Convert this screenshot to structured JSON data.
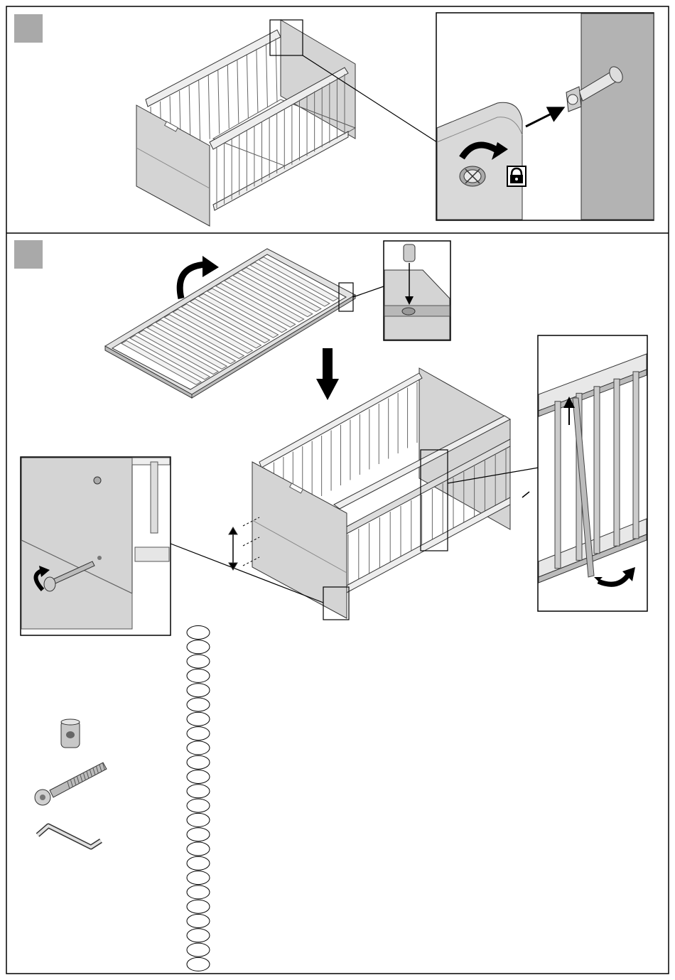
{
  "page": {
    "kind": "assembly-instructions",
    "colors": {
      "frame": "#000000",
      "panel": "#d4d4d4",
      "panel_dark": "#9e9e9e",
      "wall": "#b3b3b3",
      "slat": "#f2f2f2",
      "badge": "#a9a9a9",
      "oval": "#ffffff"
    }
  },
  "steps": [
    {
      "id": "step-1",
      "badge": "",
      "illustration": "crib-frame-side-and-ends",
      "inset": {
        "shows": "cam-lock-connector",
        "icons": [
          "rotate-arrow-icon",
          "lock-icon",
          "push-arrow-icon"
        ]
      }
    },
    {
      "id": "step-2",
      "badge": "",
      "illustration": "slatted-base-inserted-into-crib",
      "insets": [
        {
          "shows": "barrel-nut-insertion",
          "icons": [
            "down-arrow-icon"
          ]
        },
        {
          "shows": "side-rail-rotation",
          "icons": [
            "up-arrow-icon",
            "rotate-arrow-icon"
          ]
        },
        {
          "shows": "bolt-screwing",
          "icons": [
            "rotate-arrow-icon"
          ]
        }
      ],
      "height_adjustment_icon": "double-arrow-icon"
    }
  ],
  "parts_list": [
    {
      "icon": "barrel-nut-icon",
      "quantity": ""
    },
    {
      "icon": "bolt-icon",
      "quantity": ""
    },
    {
      "icon": "allen-key-icon",
      "quantity": ""
    }
  ],
  "checklist": {
    "oval_count": 24
  }
}
